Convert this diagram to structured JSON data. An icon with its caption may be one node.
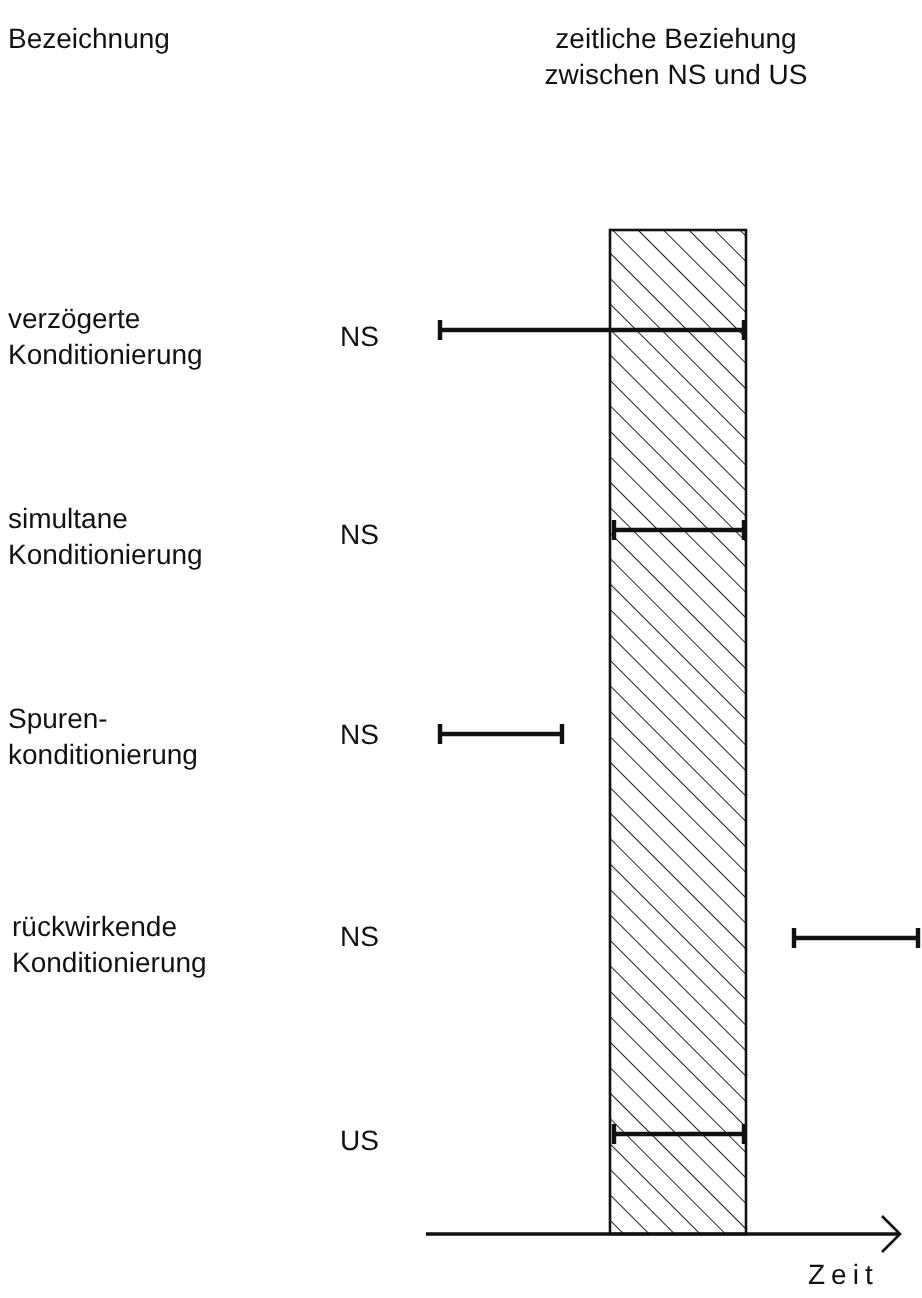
{
  "diagram": {
    "labels": [
      "Bezeichnung",
      "zeitliche Beziehung zwischen NS und US",
      "verzögerte Konditionierung",
      "NS",
      "simultane Konditionierung",
      "NS",
      "Spuren- konditionierung",
      "NS",
      "rückwirkende Konditionierung",
      "NS",
      "US",
      "Zeit"
    ]
  }
}
